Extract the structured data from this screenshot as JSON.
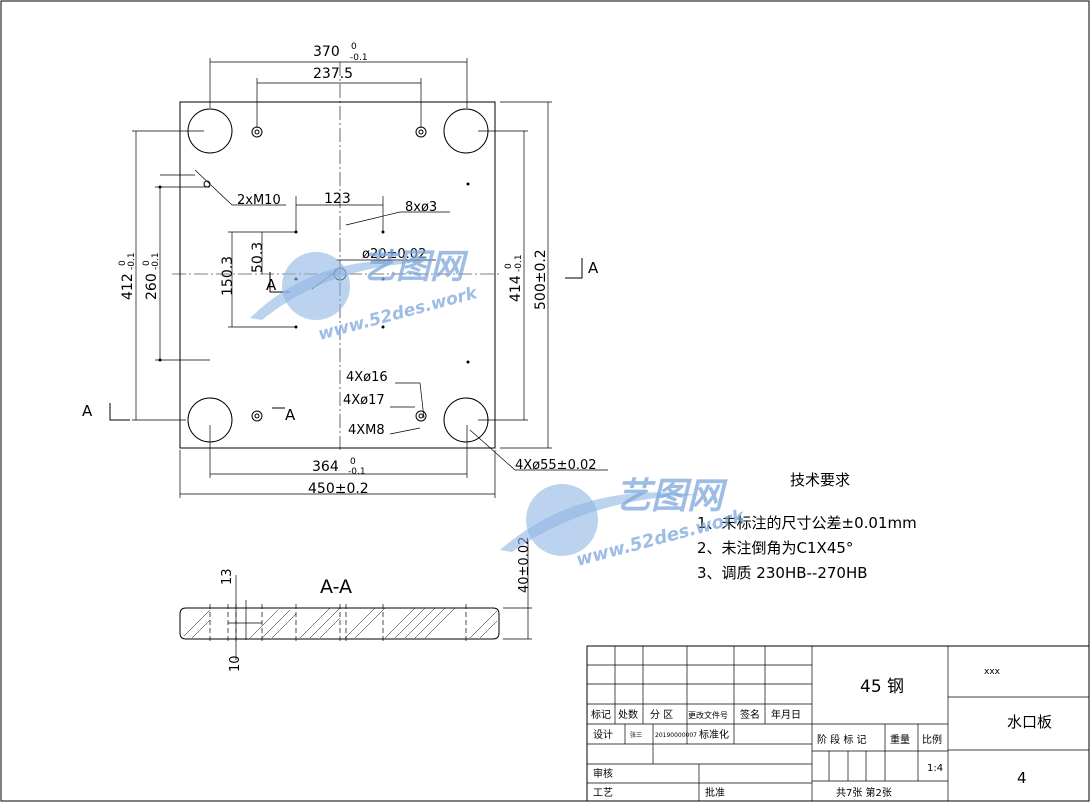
{
  "top_view": {
    "dims": {
      "d370": "370",
      "d370_tol": "0",
      "d370_tol_lower": "-0.1",
      "d237": "237.5",
      "d123": "123",
      "d412": "412",
      "d412_tol": "0",
      "d412_tol_lower": "-0.1",
      "d260": "260",
      "d260_tol": "0",
      "d260_tol_lower": "-0.1",
      "d150": "150.3",
      "d50": "50.3",
      "d414": "414",
      "d414_tol": "0",
      "d414_tol_lower": "-0.1",
      "d500": "500±0.2",
      "d364": "364",
      "d364_tol": "0",
      "d364_tol_lower": "-0.1",
      "d450": "450±0.2"
    },
    "callouts": {
      "m10": "2xM10",
      "phi3": "8xø3",
      "phi20": "ø20±0.02",
      "phi16": "4Xø16",
      "phi17": "4Xø17",
      "m8": "4XM8",
      "phi55": "4Xø55±0.02"
    },
    "section_marks": {
      "left": "A",
      "right": "A",
      "inner_left": "A",
      "inner_right": "A"
    }
  },
  "section_view": {
    "title": "A-A",
    "d40": "40±0.02",
    "d13": "13",
    "d10": "10"
  },
  "tech": {
    "title": "技术要求",
    "items": [
      "1、未标注的尺寸公差±0.01mm",
      "2、未注倒角为C1X45°",
      "3、调质   230HB--270HB"
    ]
  },
  "watermark": {
    "brand": "艺图网",
    "url": "www.52des.work"
  },
  "title_block": {
    "material": "45 钢",
    "company": "xxx",
    "part_name": "水口板",
    "sheet_no": "4",
    "h_biaoji": "标记",
    "h_chushu": "处数",
    "h_fenqu": "分 区",
    "h_gaiwen": "更改文件号",
    "h_qianming": "签名",
    "h_nianyueri": "年月日",
    "r_sheji": "设计",
    "r_sheji_name": "张三",
    "r_sheji_date": "20190000007",
    "r_biaozhun": "标准化",
    "r_shenhe": "审核",
    "r_gongyi": "工艺",
    "r_pizhun": "批准",
    "stage_label": "阶 段 标 记",
    "weight_label": "重量",
    "scale_label": "比例",
    "scale_value": "1:4",
    "sheets": "共7张 第2张"
  }
}
